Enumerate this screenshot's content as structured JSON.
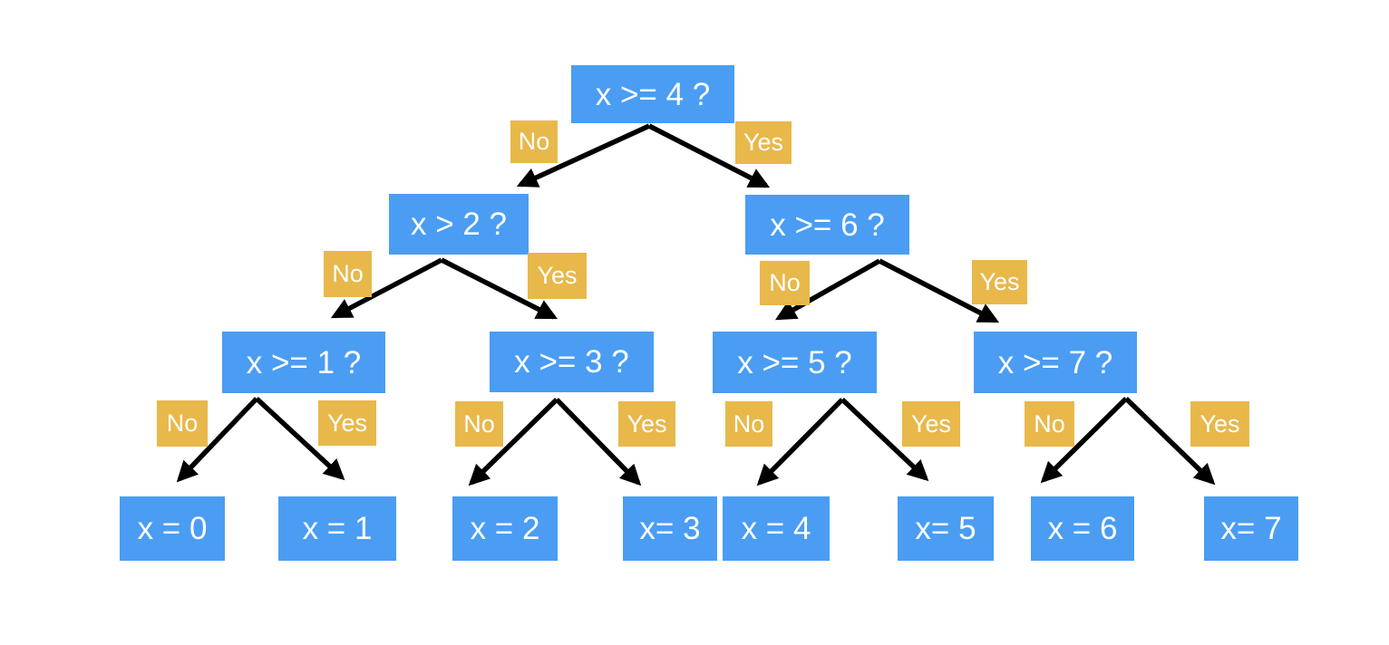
{
  "diagram": {
    "kind": "binary decision tree",
    "colors": {
      "background": "#ffffff",
      "decision_node_bg": "#4a9df3",
      "leaf_node_bg": "#4a9df3",
      "edge_label_bg": "#e8b84b",
      "node_text": "#ffffff",
      "arrow": "#000000"
    },
    "decision_nodes": [
      {
        "label": "x >= 4 ?"
      },
      {
        "label": "x > 2 ?"
      },
      {
        "label": "x >= 6 ?"
      },
      {
        "label": "x >= 1 ?"
      },
      {
        "label": "x >= 3 ?"
      },
      {
        "label": "x >= 5 ?"
      },
      {
        "label": "x >= 7 ?"
      }
    ],
    "leaf_nodes": [
      {
        "label": "x = 0"
      },
      {
        "label": "x = 1"
      },
      {
        "label": "x = 2"
      },
      {
        "label": "x= 3"
      },
      {
        "label": "x = 4"
      },
      {
        "label": "x= 5"
      },
      {
        "label": "x = 6"
      },
      {
        "label": "x= 7"
      }
    ],
    "edges": [
      {
        "from": "x >= 4 ?",
        "answer": "No",
        "to": "x > 2 ?"
      },
      {
        "from": "x >= 4 ?",
        "answer": "Yes",
        "to": "x >= 6 ?"
      },
      {
        "from": "x > 2 ?",
        "answer": "No",
        "to": "x >= 1 ?"
      },
      {
        "from": "x > 2 ?",
        "answer": "Yes",
        "to": "x >= 3 ?"
      },
      {
        "from": "x >= 6 ?",
        "answer": "No",
        "to": "x >= 5 ?"
      },
      {
        "from": "x >= 6 ?",
        "answer": "Yes",
        "to": "x >= 7 ?"
      },
      {
        "from": "x >= 1 ?",
        "answer": "No",
        "to": "x = 0"
      },
      {
        "from": "x >= 1 ?",
        "answer": "Yes",
        "to": "x = 1"
      },
      {
        "from": "x >= 3 ?",
        "answer": "No",
        "to": "x = 2"
      },
      {
        "from": "x >= 3 ?",
        "answer": "Yes",
        "to": "x= 3"
      },
      {
        "from": "x >= 5 ?",
        "answer": "No",
        "to": "x = 4"
      },
      {
        "from": "x >= 5 ?",
        "answer": "Yes",
        "to": "x= 5"
      },
      {
        "from": "x >= 7 ?",
        "answer": "No",
        "to": "x = 6"
      },
      {
        "from": "x >= 7 ?",
        "answer": "Yes",
        "to": "x= 7"
      }
    ]
  }
}
